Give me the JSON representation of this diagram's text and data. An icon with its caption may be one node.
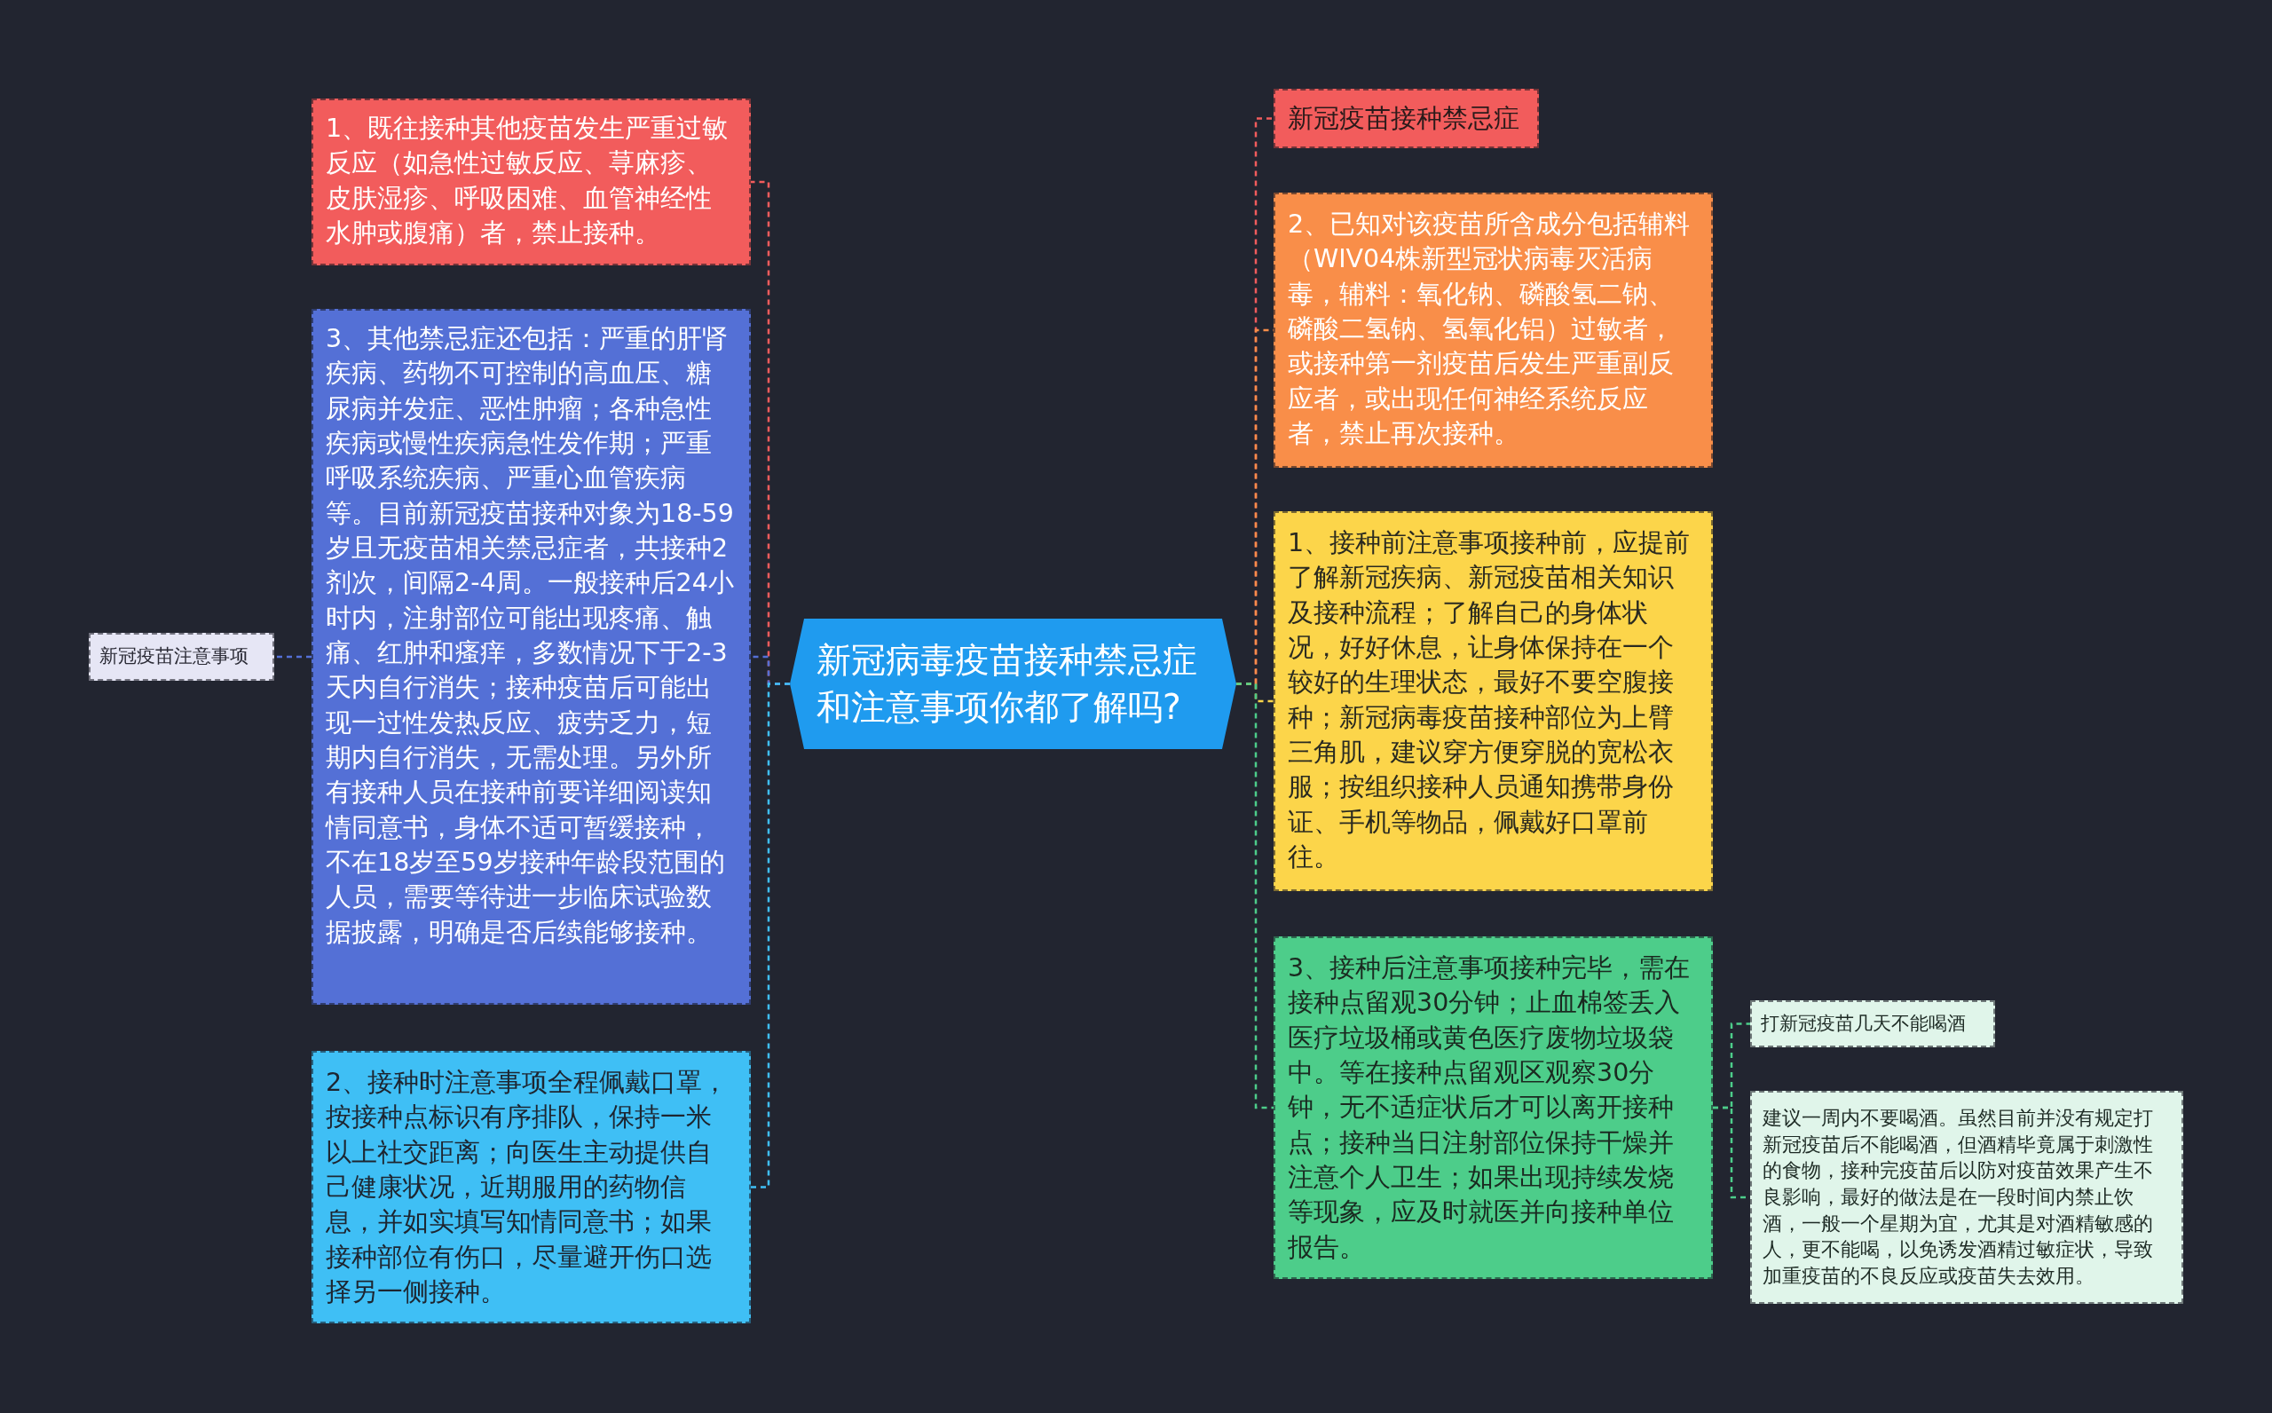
{
  "diagram": {
    "nodes": [
      {
        "text": [
          "新冠病毒疫苗接种禁忌症和注意事项你都了解吗?"
        ]
      },
      {
        "text": [
          "1、既往接种其他疫苗发生严重过敏反应（如急性过敏反应、荨麻疹、皮肤湿疹、呼吸困难、血管神经性水肿或腹痛）者，禁止接种。"
        ]
      },
      {
        "text": [
          "3、其他禁忌症还包括：严重的肝肾疾病、药物不可控制的高血压、糖尿病并发症、恶性肿瘤；各种急性疾病或慢性疾病急性发作期；严重呼吸系统疾病、严重心血管疾病等。目前新冠疫苗接种对象为18-59岁且无疫苗相关禁忌症者，共接种2剂次，间隔2-4周。一般接种后24小时内，注射部位可能出现疼痛、触痛、红肿和瘙痒，多数情况下于2-3天内自行消失；接种疫苗后可能出现一过性发热反应、疲劳乏力，短期内自行消失，无需处理。另外所有接种人员在接种前要详细阅读知情同意书，身体不适可暂缓接种，不在18岁至59岁接种年龄段范围的人员，需要等待进一步临床试验数据披露，明确是否后续能够接种。"
        ]
      },
      {
        "text": [
          "新冠疫苗注意事项"
        ]
      },
      {
        "text": [
          "2、接种时注意事项全程佩戴口罩，按接种点标识有序排队，保持一米以上社交距离；向医生主动提供自己健康状况，近期服用的药物信息，并如实填写知情同意书；如果接种部位有伤口，尽量避开伤口选择另一侧接种。"
        ]
      },
      {
        "text": [
          "新冠疫苗接种禁忌症"
        ]
      },
      {
        "text": [
          "2、已知对该疫苗所含成分包括辅料（WIV04株新型冠状病毒灭活病毒，辅料：氧化钠、磷酸氢二钠、磷酸二氢钠、氢氧化铝）过敏者，或接种第一剂疫苗后发生严重副反应者，或出现任何神经系统反应者，禁止再次接种。"
        ]
      },
      {
        "text": [
          "1、接种前注意事项接种前，应提前了解新冠疾病、新冠疫苗相关知识及接种流程；了解自己的身体状况，好好休息，让身体保持在一个较好的生理状态，最好不要空腹接种；新冠病毒疫苗接种部位为上臂三角肌，建议穿方便穿脱的宽松衣服；按组织接种人员通知携带身份证、手机等物品，佩戴好口罩前往。"
        ]
      },
      {
        "text": [
          "3、接种后注意事项接种完毕，需在接种点留观30分钟；止血棉签丢入医疗垃圾桶或黄色医疗废物垃圾袋中。等在接种点留观区观察30分钟，无不适症状后才可以离开接种点；接种当日注射部位保持干燥并注意个人卫生；如果出现持续发烧等现象，应及时就医并向接种单位报告。"
        ]
      },
      {
        "text": [
          "打新冠疫苗几天不能喝酒"
        ]
      },
      {
        "text": [
          "建议一周内不要喝酒。虽然目前并没有规定打新冠疫苗后不能喝酒，但酒精毕竟属于刺激性的食物，接种完疫苗后以防对疫苗效果产生不良影响，最好的做法是在一段时间内禁止饮酒，一般一个星期为宜，尤其是对酒精敏感的人，更不能喝，以免诱发酒精过敏症状，导致加重疫苗的不良反应或疫苗失去效用。"
        ]
      }
    ],
    "edges": [
      {
        "from": 0,
        "to": 1,
        "arrow": "none",
        "style": "dashed",
        "color": "#f25c5c"
      },
      {
        "from": 0,
        "to": 2,
        "arrow": "none",
        "style": "dashed",
        "color": "#5470d6"
      },
      {
        "from": 0,
        "to": 4,
        "arrow": "none",
        "style": "dashed",
        "color": "#3fbff5"
      },
      {
        "from": 2,
        "to": 3,
        "arrow": "none",
        "style": "dashed",
        "color": "#5470d6"
      },
      {
        "from": 0,
        "to": 5,
        "arrow": "none",
        "style": "dashed",
        "color": "#f25c5c"
      },
      {
        "from": 0,
        "to": 6,
        "arrow": "none",
        "style": "dashed",
        "color": "#f98e49"
      },
      {
        "from": 0,
        "to": 7,
        "arrow": "none",
        "style": "dashed",
        "color": "#fcd54a"
      },
      {
        "from": 0,
        "to": 8,
        "arrow": "none",
        "style": "dashed",
        "color": "#4dcd8a"
      },
      {
        "from": 8,
        "to": 9,
        "arrow": "none",
        "style": "dashed",
        "color": "#4dcd8a"
      },
      {
        "from": 8,
        "to": 10,
        "arrow": "none",
        "style": "dashed",
        "color": "#4dcd8a"
      }
    ]
  }
}
